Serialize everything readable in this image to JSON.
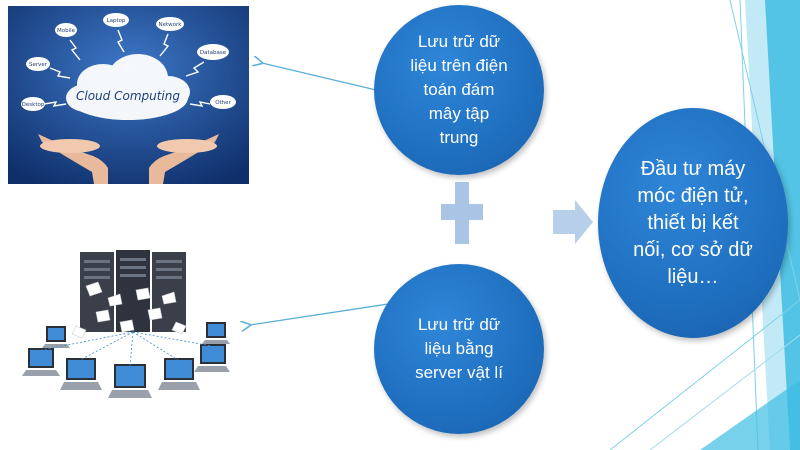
{
  "diagram": {
    "top_node": {
      "text": "Lưu trữ dữ\nliệu trên điện\ntoán đám\nmây tập\ntrung"
    },
    "bottom_node": {
      "text": "Lưu trữ dữ\nliệu bằng\nserver vật lí"
    },
    "result_node": {
      "text": "Đầu tư máy\nmóc điện tử,\nthiết bị kết\nnối, cơ sở dữ\nliệu…"
    }
  },
  "cloud_image": {
    "title": "Cloud Computing",
    "labels": [
      "Mobile",
      "Laptop",
      "Network",
      "Server",
      "Database",
      "Desktop",
      "Other"
    ]
  },
  "colors": {
    "node_blue": "#1f6fc0",
    "plus_color": "#a9c4e4",
    "chevron_color": "#b8cfe9",
    "connector_color": "#5aaed6",
    "band_color": "#45c0e4"
  }
}
